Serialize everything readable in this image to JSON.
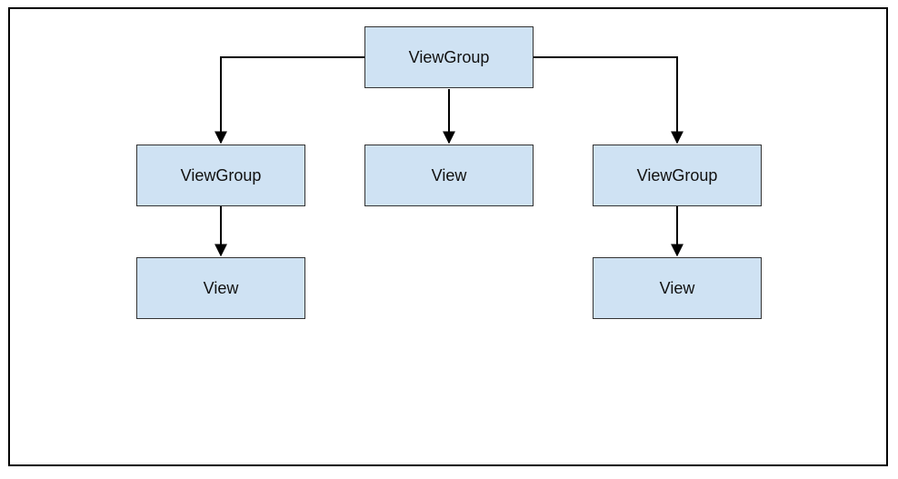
{
  "colors": {
    "node_fill": "#cfe2f3",
    "node_border": "#333333",
    "edge": "#000000",
    "frame": "#000000"
  },
  "nodes": {
    "root": {
      "label": "ViewGroup"
    },
    "left_group": {
      "label": "ViewGroup"
    },
    "middle_view": {
      "label": "View"
    },
    "right_group": {
      "label": "ViewGroup"
    },
    "left_child_view": {
      "label": "View"
    },
    "right_child_view": {
      "label": "View"
    }
  },
  "edges": [
    {
      "from": "root",
      "to": "left_group"
    },
    {
      "from": "root",
      "to": "middle_view"
    },
    {
      "from": "root",
      "to": "right_group"
    },
    {
      "from": "left_group",
      "to": "left_child_view"
    },
    {
      "from": "right_group",
      "to": "right_child_view"
    }
  ]
}
